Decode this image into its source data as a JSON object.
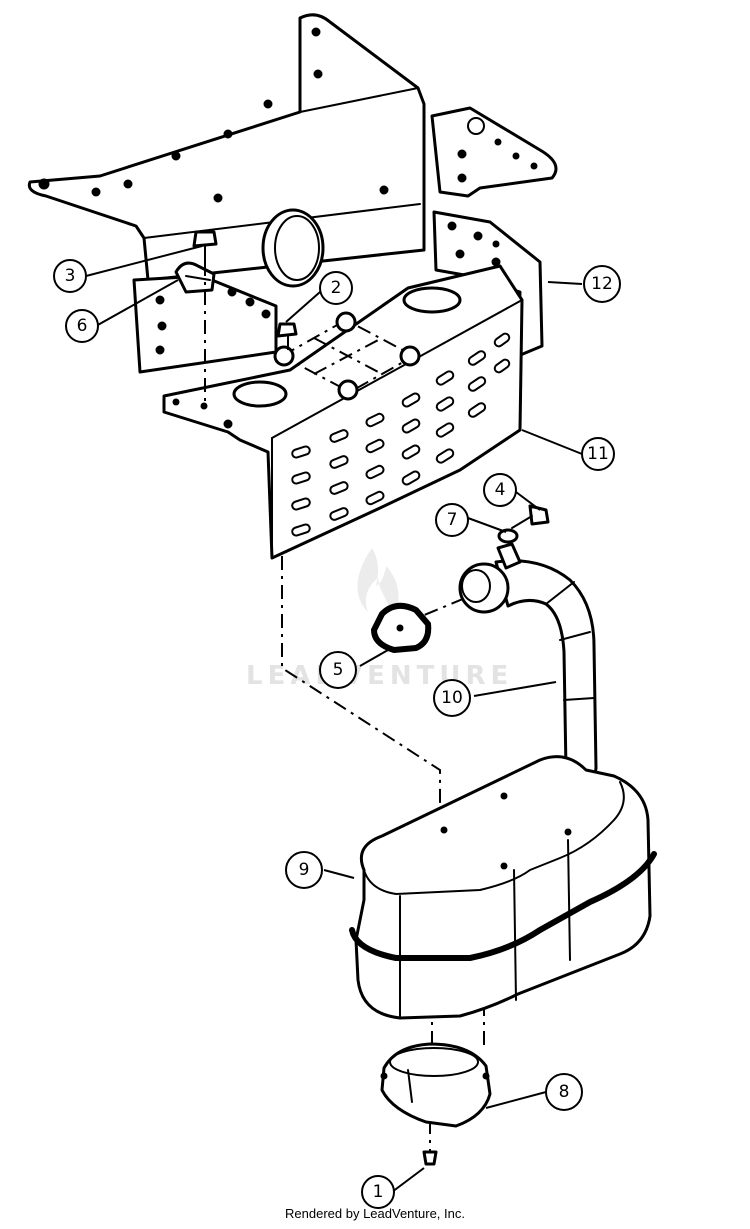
{
  "callouts": [
    {
      "id": "1",
      "label": "1"
    },
    {
      "id": "2",
      "label": "2"
    },
    {
      "id": "3",
      "label": "3"
    },
    {
      "id": "4",
      "label": "4"
    },
    {
      "id": "5",
      "label": "5"
    },
    {
      "id": "6",
      "label": "6"
    },
    {
      "id": "7",
      "label": "7"
    },
    {
      "id": "8",
      "label": "8"
    },
    {
      "id": "9",
      "label": "9"
    },
    {
      "id": "10",
      "label": "10"
    },
    {
      "id": "11",
      "label": "11"
    },
    {
      "id": "12",
      "label": "12"
    }
  ],
  "watermark": "LEADVENTURE",
  "credit": "Rendered by LeadVenture, Inc."
}
